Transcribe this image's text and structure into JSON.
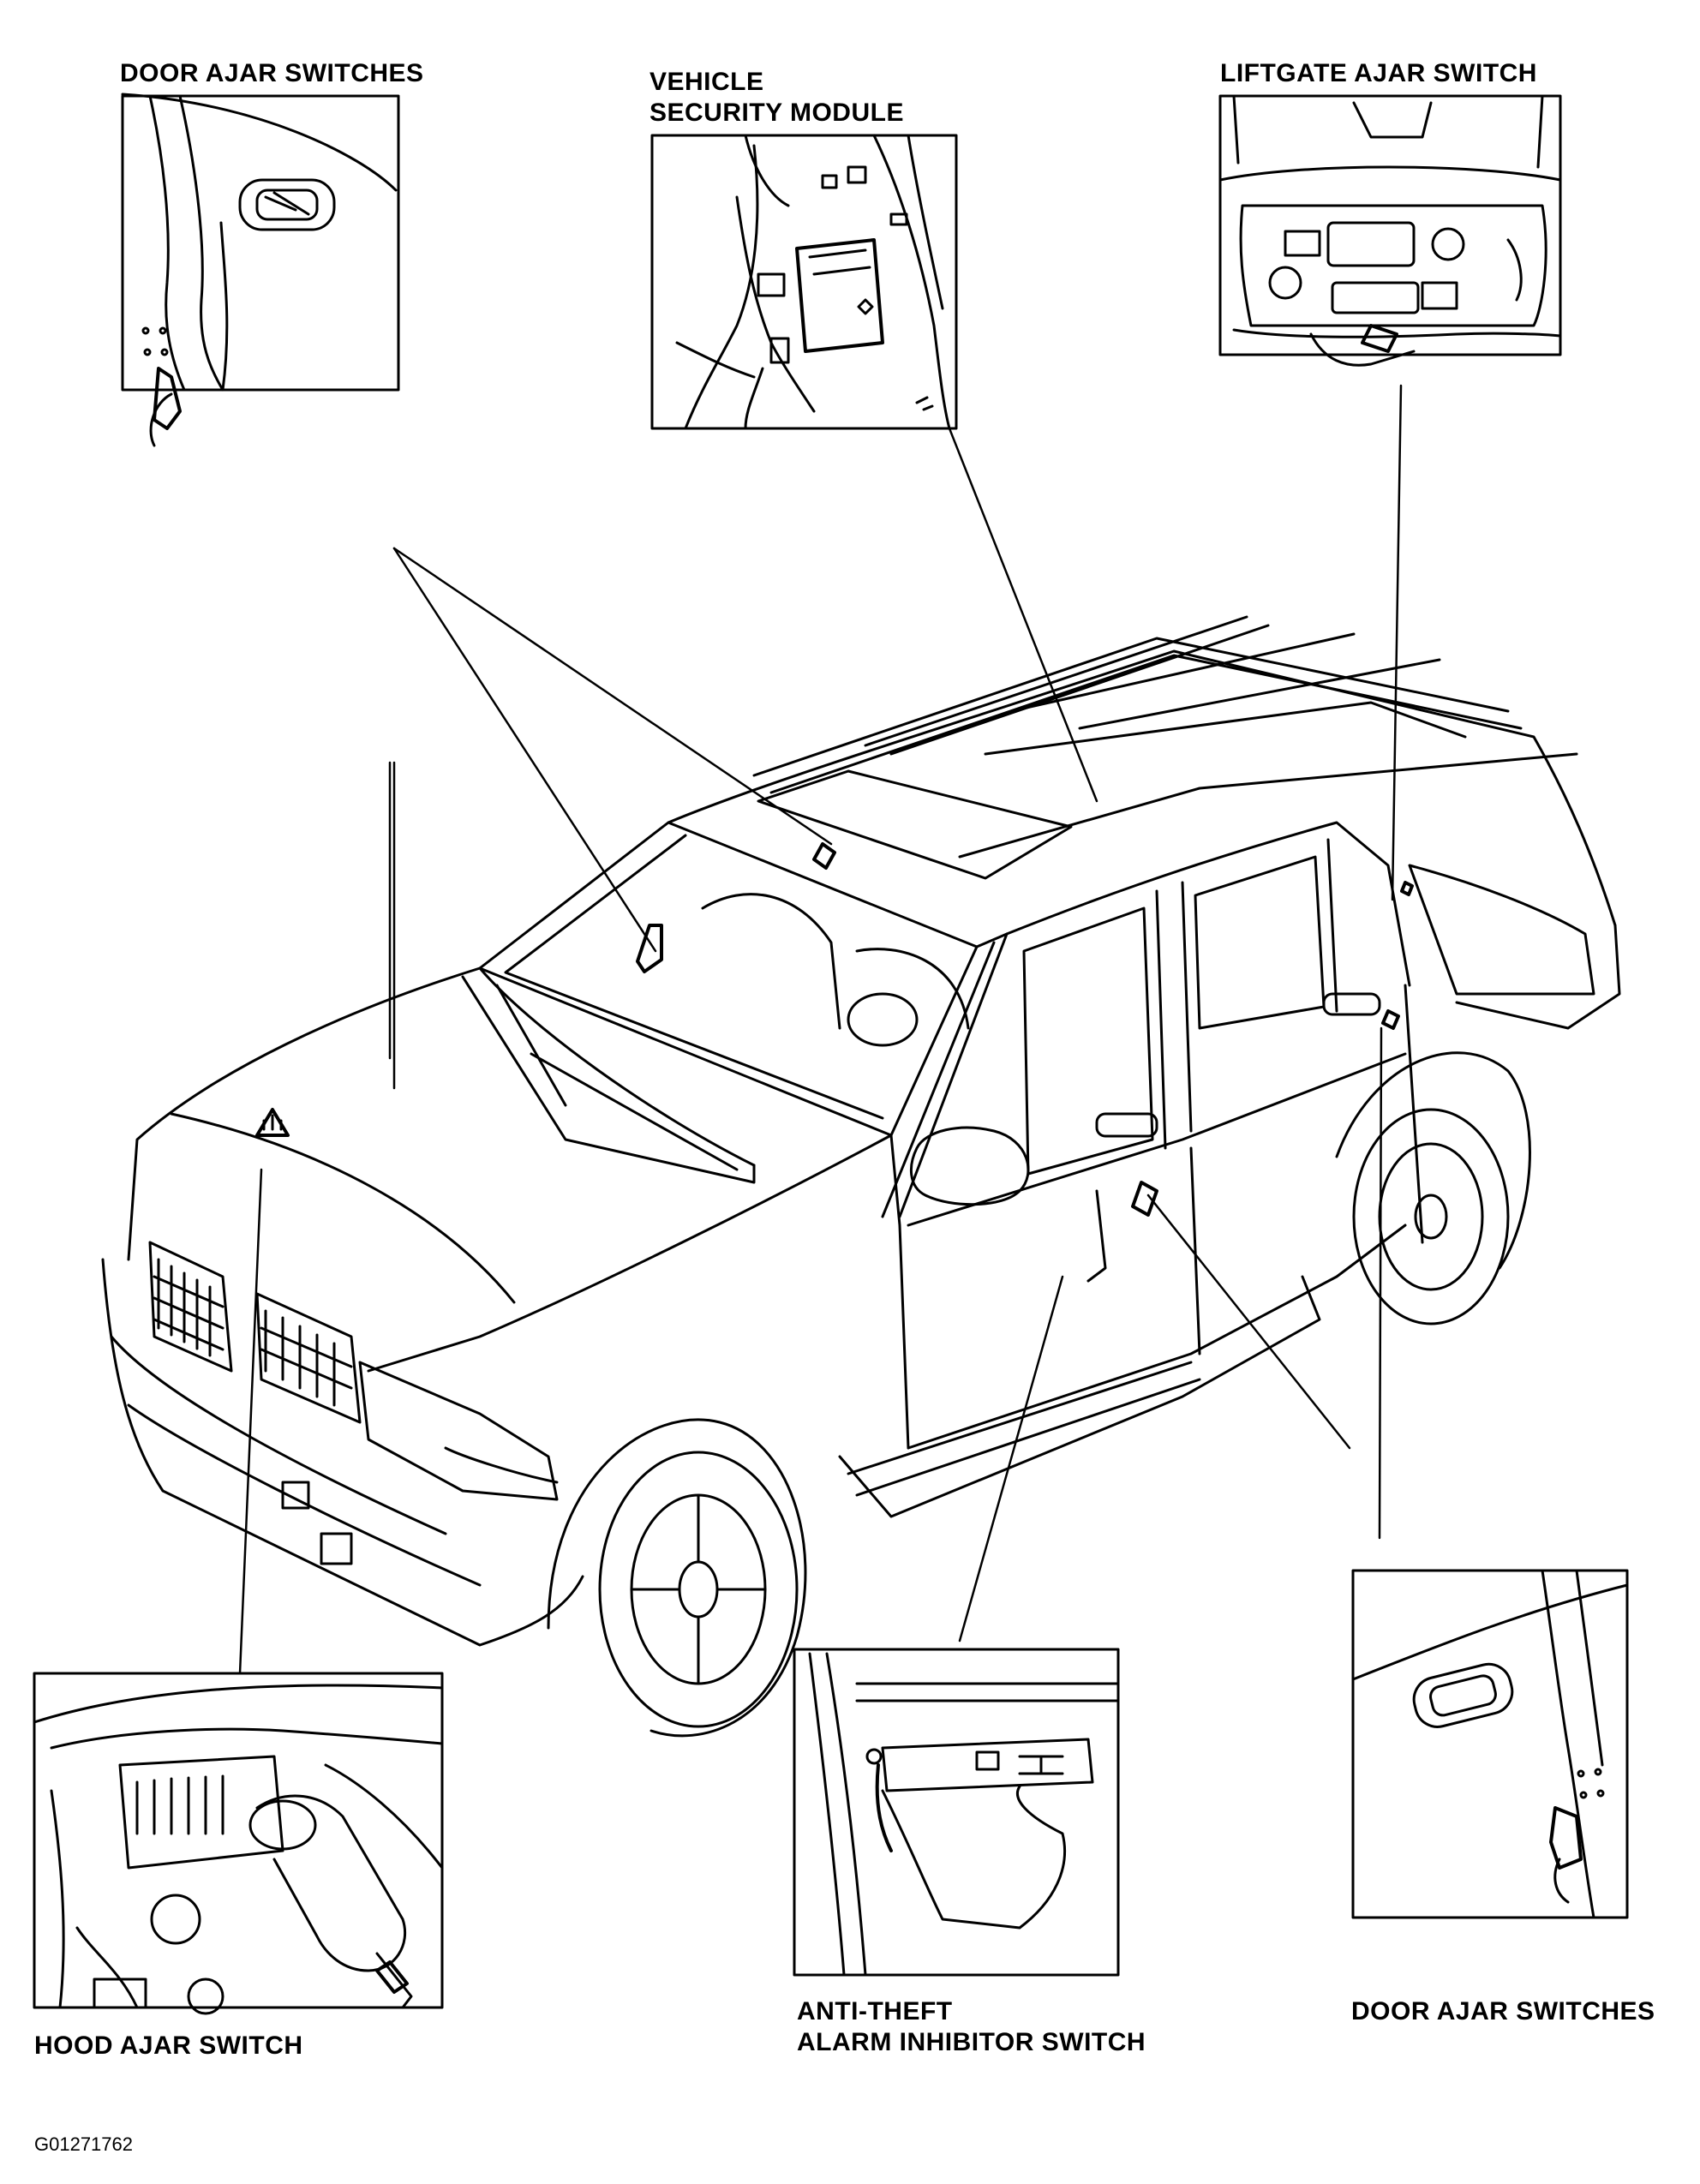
{
  "labels": {
    "door_ajar_top": "DOOR AJAR SWITCHES",
    "vsm_line1": "VEHICLE",
    "vsm_line2": "SECURITY MODULE",
    "liftgate": "LIFTGATE AJAR SWITCH",
    "hood": "HOOD AJAR SWITCH",
    "antitheft_line1": "ANTI-THEFT",
    "antitheft_line2": "ALARM INHIBITOR SWITCH",
    "door_ajar_bottom": "DOOR AJAR SWITCHES"
  },
  "figure_id": "G01271762"
}
